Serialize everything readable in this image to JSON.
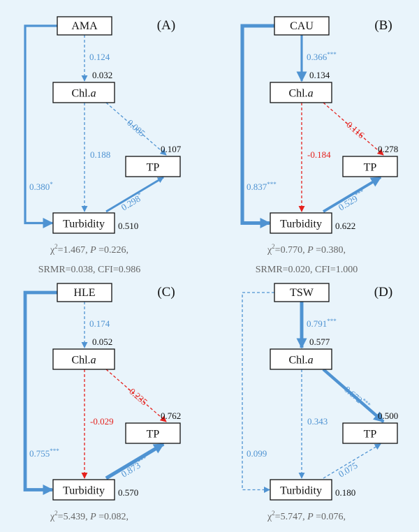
{
  "colors": {
    "background": "#e9f4fb",
    "positive": "#4f93d2",
    "negative": "#e5211d",
    "box_border": "#111111",
    "text_dark": "#111111",
    "text_grey": "#666666"
  },
  "panels": [
    {
      "id": "A",
      "label": "(A)",
      "driver": "AMA",
      "nodes": {
        "chla": {
          "name": "Chl.",
          "suffix": "a",
          "r2": "0.032"
        },
        "tp": {
          "name": "TP",
          "r2": "0.107"
        },
        "turb": {
          "name": "Turbidity",
          "r2": "0.510"
        }
      },
      "paths": [
        {
          "id": "driver_chla",
          "coef": "0.124",
          "stars": "",
          "sign": "pos",
          "sig": false,
          "weight": 0.124
        },
        {
          "id": "chla_tp",
          "coef": "0.085",
          "stars": "",
          "sign": "pos",
          "sig": false,
          "weight": 0.085
        },
        {
          "id": "chla_turb",
          "coef": "0.188",
          "stars": "",
          "sign": "pos",
          "sig": false,
          "weight": 0.188
        },
        {
          "id": "driver_turb",
          "coef": "0.380",
          "stars": "*",
          "sign": "pos",
          "sig": true,
          "weight": 0.38
        },
        {
          "id": "turb_tp",
          "coef": "0.298",
          "stars": "*",
          "sign": "pos",
          "sig": true,
          "weight": 0.298
        }
      ],
      "fit_line1": {
        "chi": "χ",
        "sup": "2",
        "a": "=1.467, ",
        "p": "P",
        "b": " =0.226,"
      },
      "fit_line2": "SRMR=0.038, CFI=0.986"
    },
    {
      "id": "B",
      "label": "(B)",
      "driver": "CAU",
      "nodes": {
        "chla": {
          "name": "Chl.",
          "suffix": "a",
          "r2": "0.134"
        },
        "tp": {
          "name": "TP",
          "r2": "0.278"
        },
        "turb": {
          "name": "Turbidity",
          "r2": "0.622"
        }
      },
      "paths": [
        {
          "id": "driver_chla",
          "coef": "0.366",
          "stars": "***",
          "sign": "pos",
          "sig": true,
          "weight": 0.366
        },
        {
          "id": "chla_tp",
          "coef": "-0.116",
          "stars": "",
          "sign": "neg",
          "sig": false,
          "weight": 0.116
        },
        {
          "id": "chla_turb",
          "coef": "-0.184",
          "stars": "",
          "sign": "neg",
          "sig": false,
          "weight": 0.184
        },
        {
          "id": "driver_turb",
          "coef": "0.837",
          "stars": "***",
          "sign": "pos",
          "sig": true,
          "weight": 0.837
        },
        {
          "id": "turb_tp",
          "coef": "0.529",
          "stars": "***",
          "sign": "pos",
          "sig": true,
          "weight": 0.529
        }
      ],
      "fit_line1": {
        "chi": "χ",
        "sup": "2",
        "a": "=0.770, ",
        "p": "P",
        "b": " =0.380,"
      },
      "fit_line2": "SRMR=0.020, CFI=1.000"
    },
    {
      "id": "C",
      "label": "(C)",
      "driver": "HLE",
      "nodes": {
        "chla": {
          "name": "Chl.",
          "suffix": "a",
          "r2": "0.052"
        },
        "tp": {
          "name": "TP",
          "r2": "0.762"
        },
        "turb": {
          "name": "Turbidity",
          "r2": "0.570"
        }
      },
      "paths": [
        {
          "id": "driver_chla",
          "coef": "0.174",
          "stars": "",
          "sign": "pos",
          "sig": false,
          "weight": 0.174
        },
        {
          "id": "chla_tp",
          "coef": "-0.235",
          "stars": "",
          "sign": "neg",
          "sig": false,
          "weight": 0.235
        },
        {
          "id": "chla_turb",
          "coef": "-0.029",
          "stars": "",
          "sign": "neg",
          "sig": false,
          "weight": 0.029
        },
        {
          "id": "driver_turb",
          "coef": "0.755",
          "stars": "***",
          "sign": "pos",
          "sig": true,
          "weight": 0.755
        },
        {
          "id": "turb_tp",
          "coef": "0.873",
          "stars": "***",
          "sign": "pos",
          "sig": true,
          "weight": 0.873
        }
      ],
      "fit_line1": {
        "chi": "χ",
        "sup": "2",
        "a": "=5.439, ",
        "p": "P",
        "b": " =0.082,"
      },
      "fit_line2": ""
    },
    {
      "id": "D",
      "label": "(D)",
      "driver": "TSW",
      "nodes": {
        "chla": {
          "name": "Chl.",
          "suffix": "a",
          "r2": "0.577"
        },
        "tp": {
          "name": "TP",
          "r2": "0.500"
        },
        "turb": {
          "name": "Turbidity",
          "r2": "0.180"
        }
      },
      "paths": [
        {
          "id": "driver_chla",
          "coef": "0.791",
          "stars": "***",
          "sign": "pos",
          "sig": true,
          "weight": 0.791
        },
        {
          "id": "chla_tp",
          "coef": "0.672",
          "stars": "***",
          "sign": "pos",
          "sig": true,
          "weight": 0.672
        },
        {
          "id": "chla_turb",
          "coef": "0.343",
          "stars": "",
          "sign": "pos",
          "sig": false,
          "weight": 0.343
        },
        {
          "id": "driver_turb",
          "coef": "0.099",
          "stars": "",
          "sign": "pos",
          "sig": false,
          "weight": 0.099
        },
        {
          "id": "turb_tp",
          "coef": "0.075",
          "stars": "",
          "sign": "pos",
          "sig": false,
          "weight": 0.075
        }
      ],
      "fit_line1": {
        "chi": "χ",
        "sup": "2",
        "a": "=5.747, ",
        "p": "P",
        "b": " =0.076,"
      },
      "fit_line2": ""
    }
  ]
}
